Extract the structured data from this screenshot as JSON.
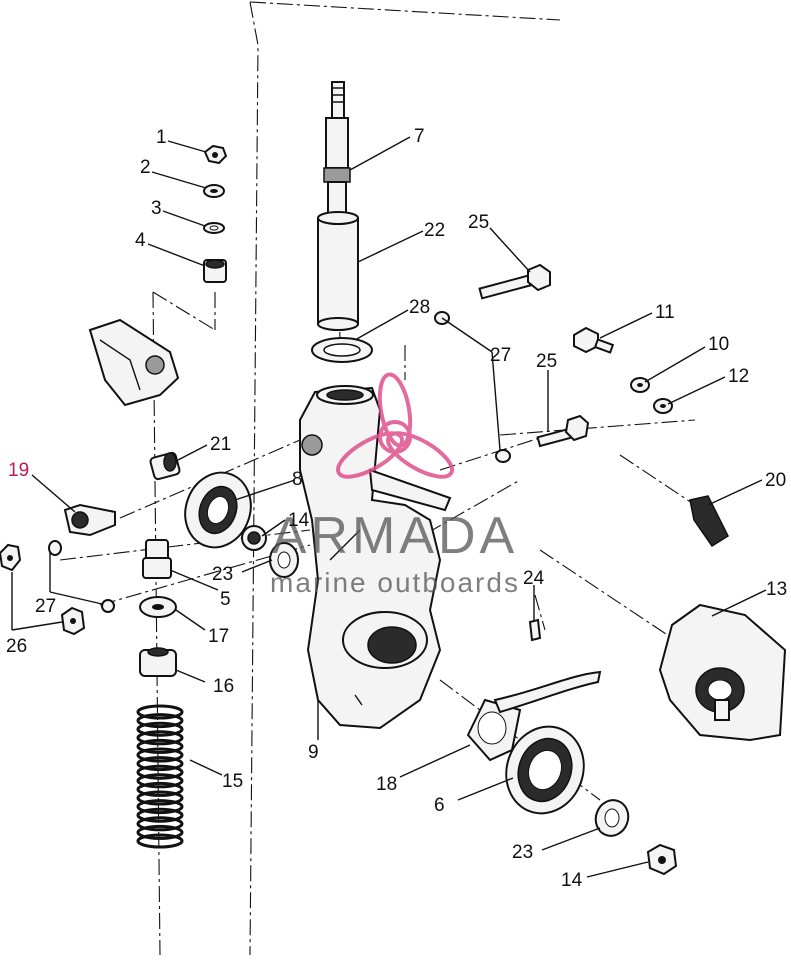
{
  "watermark": {
    "brand": "ARMADA",
    "tagline": "marine outboards",
    "accent_color": "#e0508c"
  },
  "callouts": {
    "c1": "1",
    "c2": "2",
    "c3": "3",
    "c4": "4",
    "c5": "5",
    "c6": "6",
    "c7": "7",
    "c8": "8",
    "c9": "9",
    "c10": "10",
    "c11": "11",
    "c12": "12",
    "c13": "13",
    "c14a": "14",
    "c14b": "14",
    "c15": "15",
    "c16": "16",
    "c17": "17",
    "c18": "18",
    "c19": "19",
    "c20": "20",
    "c21": "21",
    "c22": "22",
    "c23a": "23",
    "c23b": "23",
    "c24": "24",
    "c25a": "25",
    "c25b": "25",
    "c26": "26",
    "c27a": "27",
    "c27b": "27",
    "c28": "28"
  }
}
